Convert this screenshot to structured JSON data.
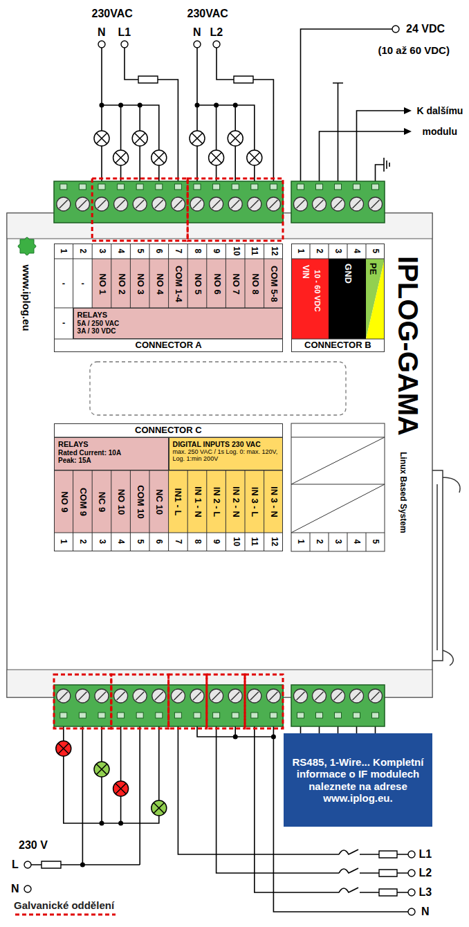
{
  "diagram": {
    "nodes": [
      {
        "text": [
          "IPLOG-GAMA",
          "Linux Based System"
        ]
      },
      {
        "text": [
          "CONNECTOR A"
        ],
        "in": 0
      },
      {
        "text": [
          "RELAYS",
          "5A / 250 VAC 3A / 30 VDC"
        ],
        "in": 1
      },
      {
        "text": [
          "CONNECTOR B"
        ],
        "in": 0
      },
      {
        "text": [
          "CONNECTOR C"
        ],
        "in": 0
      },
      {
        "text": [
          "RELAYS",
          "Rated Current: 10A Peak: 15A"
        ],
        "in": 4
      },
      {
        "text": [
          "DIGITAL INPUTS 230 VAC",
          "max. 250 VAC / 1s Log. 0: max. 120V, Log. 1:min 200V"
        ],
        "in": 4
      },
      {
        "text": [
          "RS485, 1-Wire... Kompletní informace o IF modulech naleznete na adrese www.iplog.eu."
        ]
      }
    ],
    "labels": [
      "230VAC",
      "230VAC",
      "N",
      "L1",
      "N",
      "L2",
      "24 VDC",
      "(10 až 60 VDC)",
      "K dalšímu",
      "modulu",
      "1",
      "2",
      "3",
      "4",
      "5",
      "6",
      "7",
      "8",
      "9",
      "10",
      "11",
      "12",
      "-",
      "-",
      "NO 1",
      "NO 2",
      "NO 3",
      "NO 4",
      "COM 1-4",
      "NO 5",
      "NO 6",
      "NO 7",
      "NO 8",
      "COM 5-8",
      "-",
      "www.iplog.eu",
      "1",
      "2",
      "3",
      "4",
      "5",
      "VIN",
      "10 - 60 VDC",
      "GND",
      "PE",
      "NO 9",
      "COM 9",
      "NC 9",
      "NO 10",
      "COM 10",
      "NC 10",
      "IN1 - L",
      "IN 1 - N",
      "IN 2 - L",
      "IN 2 - N",
      "IN 3 - L",
      "IN 3 - N",
      "1",
      "2",
      "3",
      "4",
      "5",
      "6",
      "7",
      "8",
      "9",
      "10",
      "11",
      "12",
      "1",
      "2",
      "3",
      "4",
      "5",
      "230 V",
      "L",
      "N",
      "L1",
      "L2",
      "L3",
      "N"
    ],
    "legend": [
      {
        "text": "Galvanické oddělení"
      }
    ]
  }
}
